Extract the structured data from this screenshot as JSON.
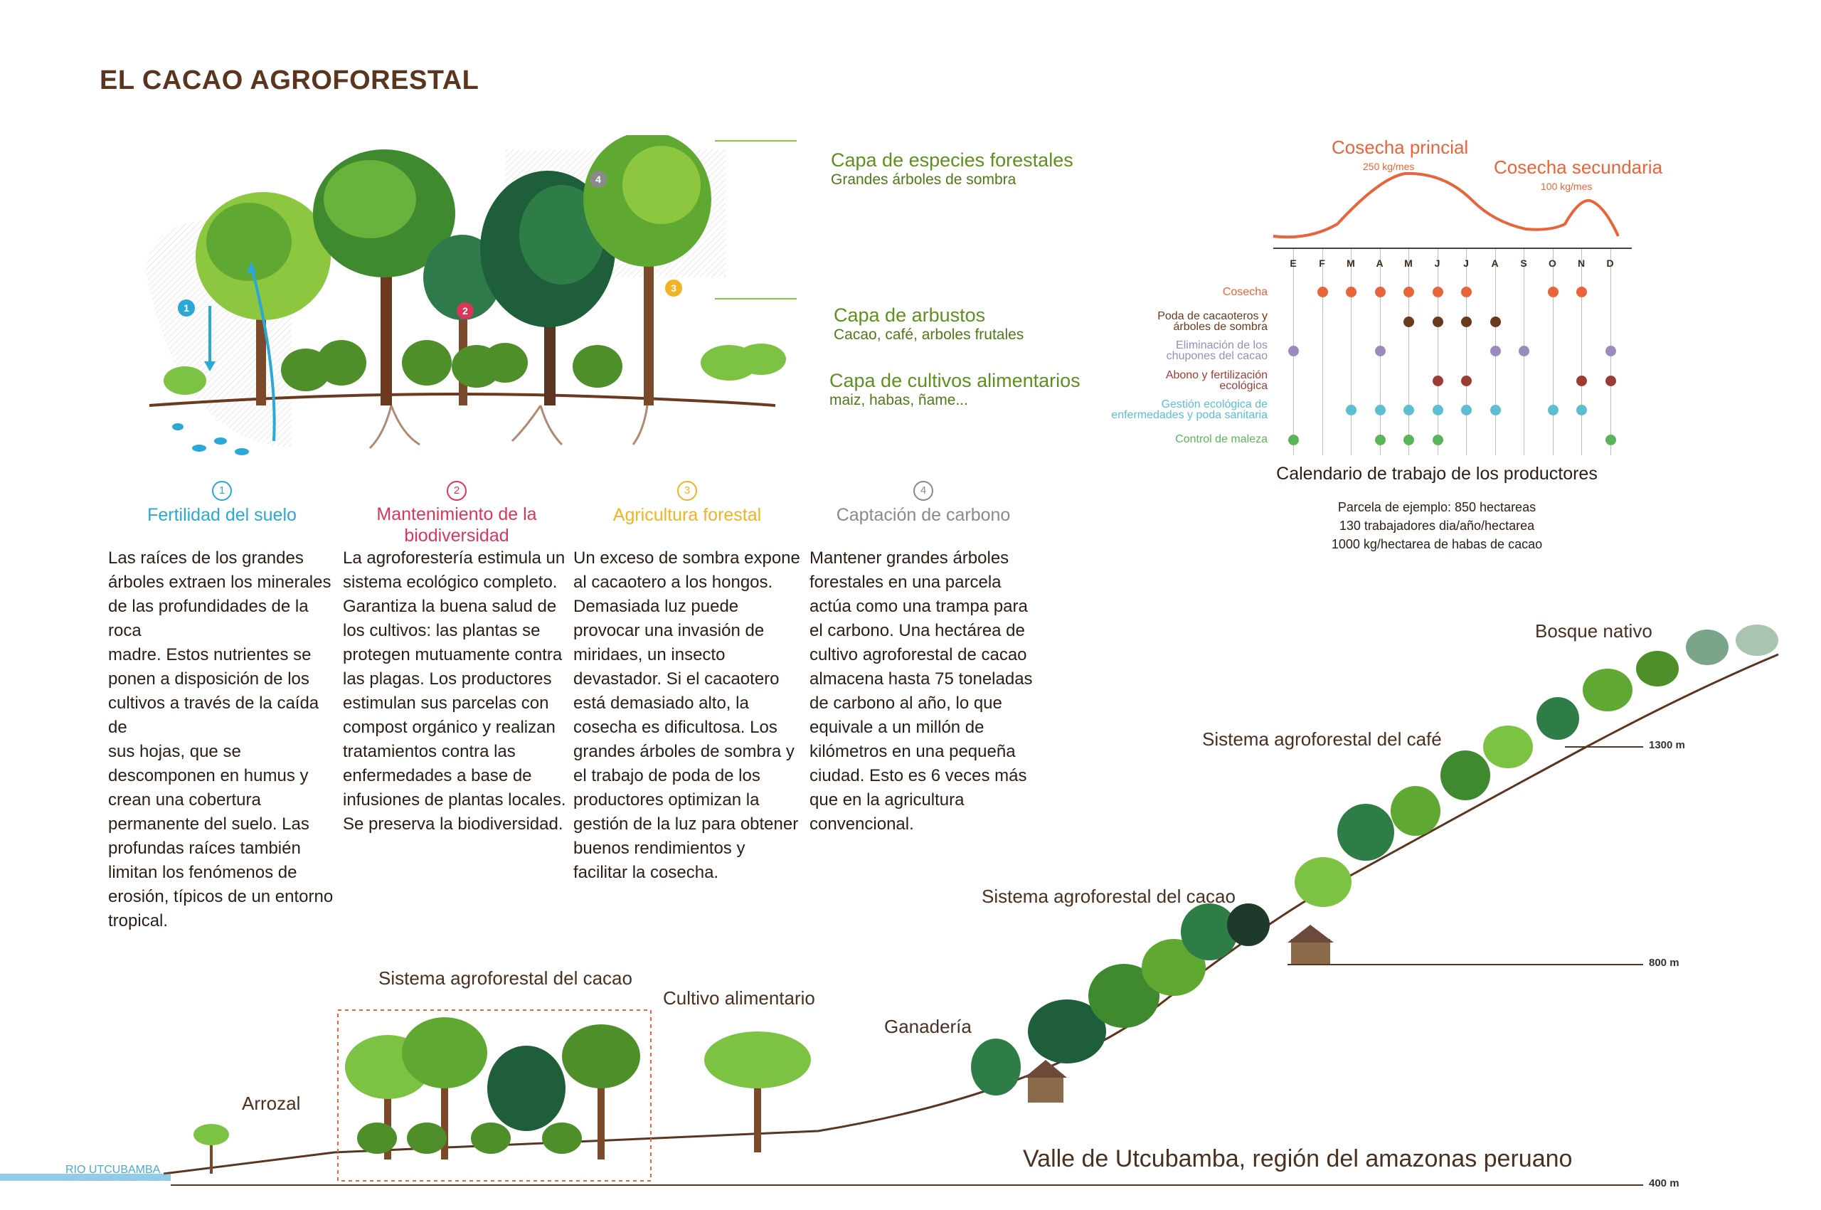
{
  "title": "EL CACAO AGROFORESTAL",
  "layers": [
    {
      "title": "Capa de especies forestales",
      "sub": "Grandes árboles de sombra"
    },
    {
      "title": "Capa de arbustos",
      "sub": "Cacao, café, arboles frutales"
    },
    {
      "title": "Capa de cultivos alimentarios",
      "sub": "maiz, habas, ñame..."
    }
  ],
  "markers": [
    "1",
    "2",
    "3",
    "4"
  ],
  "columns": [
    {
      "num": "1",
      "head": "Fertilidad del suelo",
      "color": "#2aa8d6",
      "lines": [
        "Las raíces de los grandes",
        "árboles extraen los minerales",
        "de las profundidades de la roca",
        "madre. Estos nutrientes se",
        "ponen a disposición de los",
        "cultivos a través de la caída de",
        "sus hojas, que se",
        "descomponen en humus y",
        "crean una cobertura",
        "permanente del suelo. Las",
        "profundas raíces también",
        "limitan los fenómenos de",
        "erosión, típicos de un entorno",
        "tropical."
      ]
    },
    {
      "num": "2",
      "head": "Mantenimiento de la biodiversidad",
      "head_lines": [
        "Mantenimiento de la",
        "biodiversidad"
      ],
      "color": "#d9375a",
      "lines": [
        "La agroforestería estimula un",
        "sistema ecológico completo.",
        "Garantiza la buena salud de",
        "los cultivos: las plantas se",
        "protegen mutuamente contra",
        "las plagas. Los productores",
        "estimulan sus parcelas con",
        "compost orgánico y realizan",
        "tratamientos contra las",
        "enfermedades a base de",
        "infusiones de plantas locales.",
        "Se preserva la biodiversidad."
      ]
    },
    {
      "num": "3",
      "head": "Agricultura forestal",
      "color": "#f0b323",
      "lines": [
        "Un exceso de sombra expone",
        "al cacaotero a los hongos.",
        "Demasiada luz puede",
        "provocar una invasión de",
        "miridaes, un insecto",
        "devastador. Si el cacaotero",
        "está demasiado alto, la",
        "cosecha es dificultosa. Los",
        "grandes árboles de sombra y",
        "el trabajo de poda de los",
        "productores optimizan la",
        "gestión de la luz para obtener",
        "buenos rendimientos y",
        "facilitar la cosecha."
      ]
    },
    {
      "num": "4",
      "head": "Captación de carbono",
      "color": "#8a8a8a",
      "lines": [
        "Mantener grandes árboles",
        "forestales en una parcela",
        "actúa como una trampa para",
        "el carbono. Una hectárea de",
        "cultivo agroforestal de cacao",
        "almacena hasta 75 toneladas",
        "de carbono al año, lo que",
        "equivale a un millón de",
        "kilómetros en una pequeña",
        "ciudad. Esto es 6 veces más",
        "que en la agricultura",
        "convencional."
      ]
    }
  ],
  "calendar": {
    "harvest_main": "Cosecha princial",
    "harvest_main_sub": "250 kg/mes",
    "harvest_second": "Cosecha secundaria",
    "harvest_second_sub": "100 kg/mes",
    "months": [
      "E",
      "F",
      "M",
      "A",
      "M",
      "J",
      "J",
      "A",
      "S",
      "O",
      "N",
      "D"
    ],
    "rows": [
      {
        "label": [
          "Cosecha"
        ],
        "color": "#e8643a",
        "months": [
          1,
          2,
          3,
          4,
          5,
          6,
          9,
          10
        ]
      },
      {
        "label": [
          "Poda de cacaoteros y",
          "árboles de sombra"
        ],
        "color": "#6b3a1e",
        "months": [
          4,
          5,
          6,
          7
        ]
      },
      {
        "label": [
          "Eliminación de los",
          "chupones del cacao"
        ],
        "color": "#9b8bbd",
        "months": [
          0,
          3,
          7,
          8,
          11
        ]
      },
      {
        "label": [
          "Abono y fertilización",
          "ecológica"
        ],
        "color": "#9b3d36",
        "months": [
          5,
          6,
          10,
          11
        ]
      },
      {
        "label": [
          "Gestión ecológica de",
          "enfermedades y poda sanitaria"
        ],
        "color": "#5bbfd0",
        "months": [
          2,
          3,
          4,
          5,
          6,
          7,
          9,
          10
        ]
      },
      {
        "label": [
          "Control de maleza"
        ],
        "color": "#5ab55a",
        "months": [
          0,
          3,
          4,
          5,
          11
        ]
      }
    ],
    "caption": "Calendario de trabajo de los productores",
    "info": [
      "Parcela de ejemplo: 850 hectareas",
      "130 trabajadores dia/año/hectarea",
      "1000 kg/hectarea de habas de cacao"
    ]
  },
  "landscape": {
    "labels": {
      "bosque": "Bosque nativo",
      "cafe": "Sistema agroforestal del café",
      "cacao_high": "Sistema agroforestal del cacao",
      "cacao_low": "Sistema agroforestal del cacao",
      "cultivo": "Cultivo alimentario",
      "ganaderia": "Ganadería",
      "arrozal": "Arrozal",
      "rio": "RIO UTCUBAMBA",
      "valle": "Valle de Utcubamba, región del amazonas peruano"
    },
    "altitudes": [
      "1300 m",
      "800 m",
      "400 m"
    ]
  },
  "palette": {
    "brown": "#5a3620",
    "green": "#5f8f1e",
    "orange": "#e8643a",
    "river": "#4aa8d6"
  }
}
